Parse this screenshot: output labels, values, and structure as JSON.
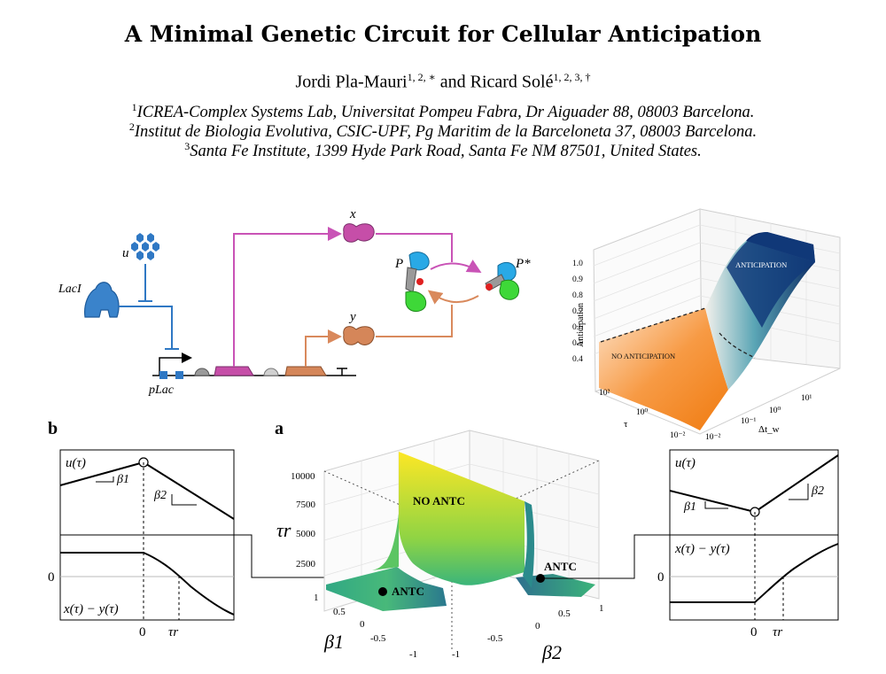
{
  "paper": {
    "title": "A Minimal Genetic Circuit for Cellular Anticipation",
    "authors": [
      {
        "name": "Jordi Pla-Mauri",
        "sup": "1, 2, ∗"
      },
      {
        "name": "Ricard Solé",
        "sup": "1, 2, 3, †"
      }
    ],
    "author_sep": "and",
    "affiliations": [
      {
        "sup": "1",
        "text": "ICREA-Complex Systems Lab, Universitat Pompeu Fabra, Dr Aiguader 88, 08003 Barcelona."
      },
      {
        "sup": "2",
        "text": "Institut de Biologia Evolutiva, CSIC-UPF, Pg Maritim de la Barceloneta 37, 08003 Barcelona."
      },
      {
        "sup": "3",
        "text": "Santa Fe Institute, 1399 Hyde Park Road, Santa Fe NM 87501, United States."
      }
    ]
  },
  "circuit": {
    "labels": {
      "u": "u",
      "laci": "LacI",
      "plac": "pLac",
      "x": "x",
      "y": "y",
      "p": "P",
      "pstar": "P*"
    }
  },
  "surface3d": {
    "zlabel": "Anticipation",
    "zticks": [
      "1.0",
      "0.9",
      "0.8",
      "0.7",
      "0.6",
      "0.5",
      "0.4"
    ],
    "tau_label": "τ",
    "tau_ticks": [
      "10²",
      "10⁰",
      "10⁻²"
    ],
    "dtw_label": "Δt_w",
    "dtw_ticks": [
      "10⁻²",
      "10⁻¹",
      "10⁰",
      "10¹"
    ],
    "region_high": "ANTICIPATION",
    "region_low": "NO ANTICIPATION"
  },
  "panel_b": {
    "letter": "b",
    "u_label": "u(τ)",
    "beta1": "β1",
    "beta2": "β2",
    "xy_label": "x(τ) − y(τ)",
    "zero": "0",
    "tick_zero": "0",
    "tau_r": "τr"
  },
  "panel_a": {
    "letter": "a",
    "zlabel": "τr",
    "zticks": [
      "10000",
      "7500",
      "5000",
      "2500"
    ],
    "beta1_label": "β1",
    "beta1_ticks": [
      "1",
      "0.5",
      "0",
      "-0.5",
      "-1"
    ],
    "beta2_label": "β2",
    "beta2_ticks": [
      "-1",
      "-0.5",
      "0",
      "0.5",
      "1"
    ],
    "no_antc": "NO ANTC",
    "antc_left": "ANTC",
    "antc_right": "ANTC"
  },
  "panel_right": {
    "u_label": "u(τ)",
    "beta1": "β1",
    "beta2": "β2",
    "xy_label": "x(τ) − y(τ)",
    "zero": "0",
    "tick_zero": "0",
    "tau_r": "τr"
  }
}
